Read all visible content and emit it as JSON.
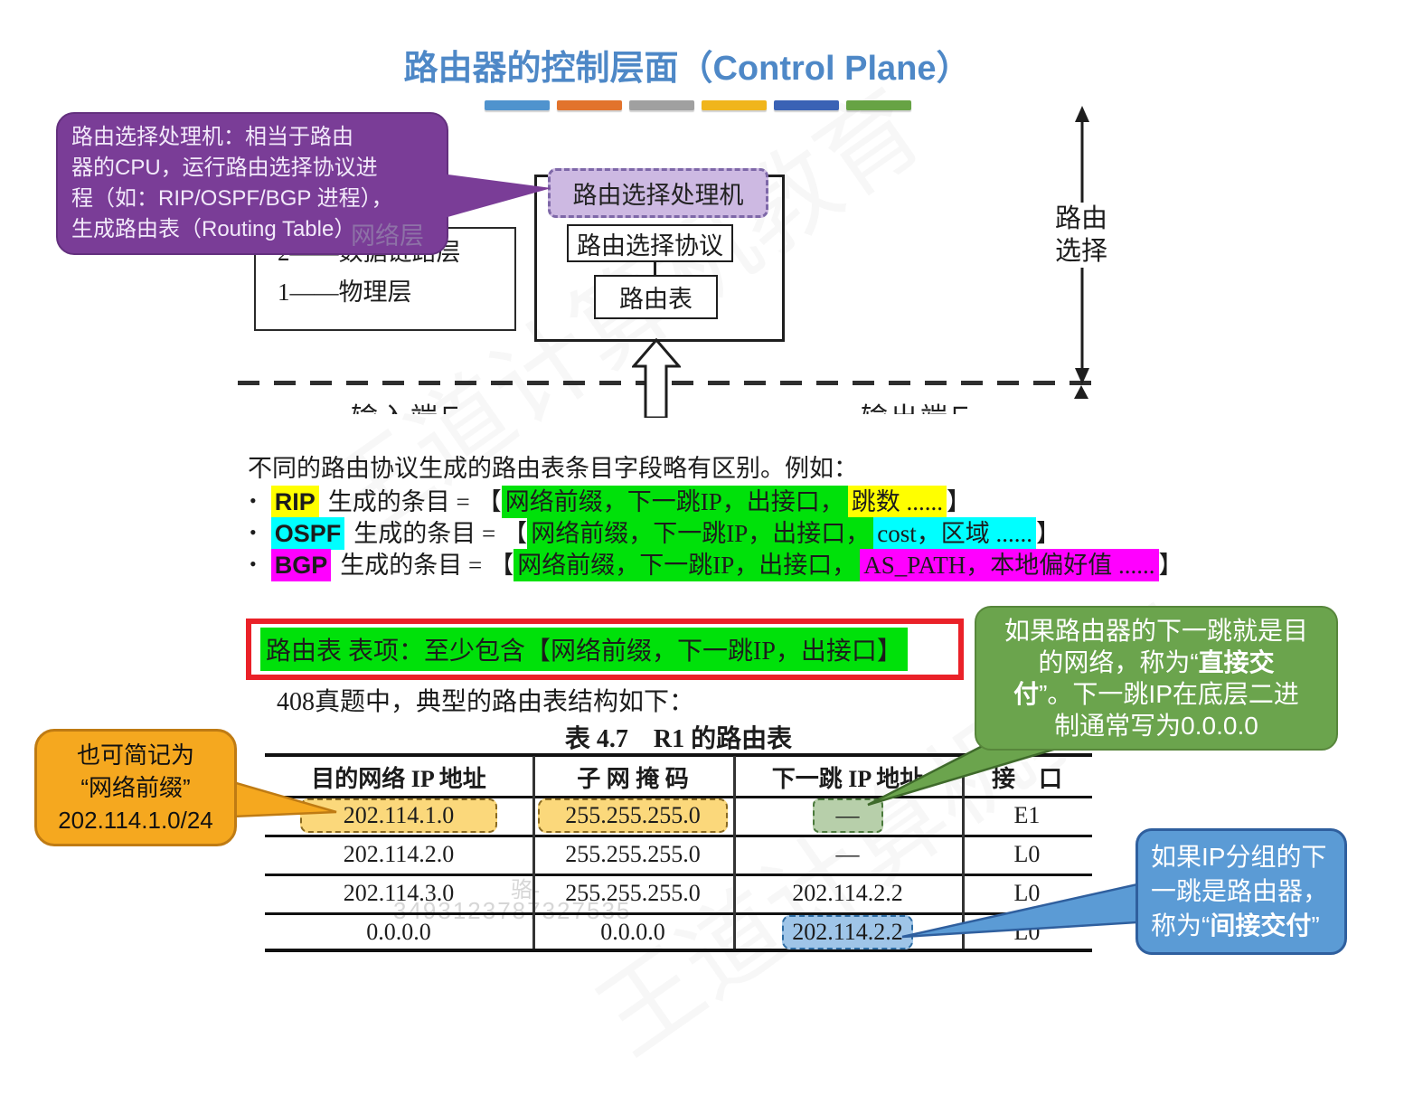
{
  "title": "路由器的控制层面（Control Plane）",
  "divider_bars": [
    "#4f93ce",
    "#e2732c",
    "#a0a0a0",
    "#f0b51c",
    "#3a62b5",
    "#67a344"
  ],
  "callouts": {
    "processor": {
      "lines": [
        "路由选择处理机：相当于路由",
        "器的CPU，运行路由选择协议进",
        "程（如：RIP/OSPF/BGP 进程），",
        "生成路由表（Routing Table）"
      ]
    },
    "prefix": {
      "lines": [
        "也可简记为",
        "“网络前缀”",
        "202.114.1.0/24"
      ]
    },
    "direct": {
      "l1": "如果路由器的下一跳就是目",
      "l2_pre": "的网络，称为“",
      "l2_bold": "直接交",
      "l3_bold": "付",
      "l3_post": "”。下一跳IP在底层二进",
      "l4": "制通常写为0.0.0.0"
    },
    "indirect": {
      "l1": "如果IP分组的下",
      "l2": "一跳是路由器，",
      "l3_pre": "称为“",
      "l3_bold": "间接交付",
      "l3_post": "”"
    }
  },
  "diagram": {
    "layer3_label": "网络层",
    "layer2": "2——数据链路层",
    "layer1": "1——物理层",
    "processor_box": "路由选择处理机",
    "protocol_box": "路由选择协议",
    "rtable_box": "路由表",
    "routing_line1": "路由",
    "routing_line2": "选择",
    "in_port": "输入端口",
    "out_port": "输出端口"
  },
  "bullets": {
    "intro": "不同的路由协议生成的路由表条目字段略有区别。例如：",
    "bullet_char": "•",
    "items": [
      {
        "proto": "RIP",
        "mid": "生成的条目 =",
        "open": "【",
        "common": "网络前缀，下一跳IP，出接口，",
        "specific": "跳数 ......",
        "close": "】"
      },
      {
        "proto": "OSPF",
        "mid": "生成的条目 =",
        "open": "【",
        "common": "网络前缀，下一跳IP，出接口，",
        "specific": "cost，区域 ......",
        "close": "】"
      },
      {
        "proto": "BGP",
        "mid": "生成的条目 =",
        "open": "【",
        "common": "网络前缀，下一跳IP，出接口，",
        "specific": "AS_PATH，本地偏好值 ......",
        "close": "】"
      }
    ]
  },
  "key_box": {
    "text": "路由表 表项：至少包含【网络前缀，下一跳IP，出接口】"
  },
  "table_intro": "408真题中，典型的路由表结构如下：",
  "table": {
    "caption": "表 4.7　R1 的路由表",
    "headers": [
      "目的网络 IP 地址",
      "子 网 掩 码",
      "下一跳 IP 地址",
      "接　口"
    ],
    "rows": [
      [
        "202.114.1.0",
        "255.255.255.0",
        "—",
        "E1"
      ],
      [
        "202.114.2.0",
        "255.255.255.0",
        "—",
        "L0"
      ],
      [
        "202.114.3.0",
        "255.255.255.0",
        "202.114.2.2",
        "L0"
      ],
      [
        "0.0.0.0",
        "0.0.0.0",
        "202.114.2.2",
        "L0"
      ]
    ]
  },
  "watermark": {
    "id_digits": "3493123787327535",
    "name_tag": "骆-",
    "brand": "王道计算机教育"
  },
  "colors": {
    "title_blue": "#4e88c7",
    "green_hl": "#00e10a",
    "yellow_hl": "#ffff00",
    "cyan_hl": "#00ffff",
    "magenta_hl": "#ff00ff",
    "red_box_border": "#ea2128",
    "purple_bubble": "#7a3d97",
    "orange_bubble": "#f5a81f",
    "green_bubble": "#6ba44d",
    "blue_bubble": "#5b9bd5",
    "orange_cell": "#fbd87b",
    "green_cell": "#b7cfaa",
    "blue_cell": "#9fc5e8",
    "processor_fill": "#cdb9e2"
  }
}
